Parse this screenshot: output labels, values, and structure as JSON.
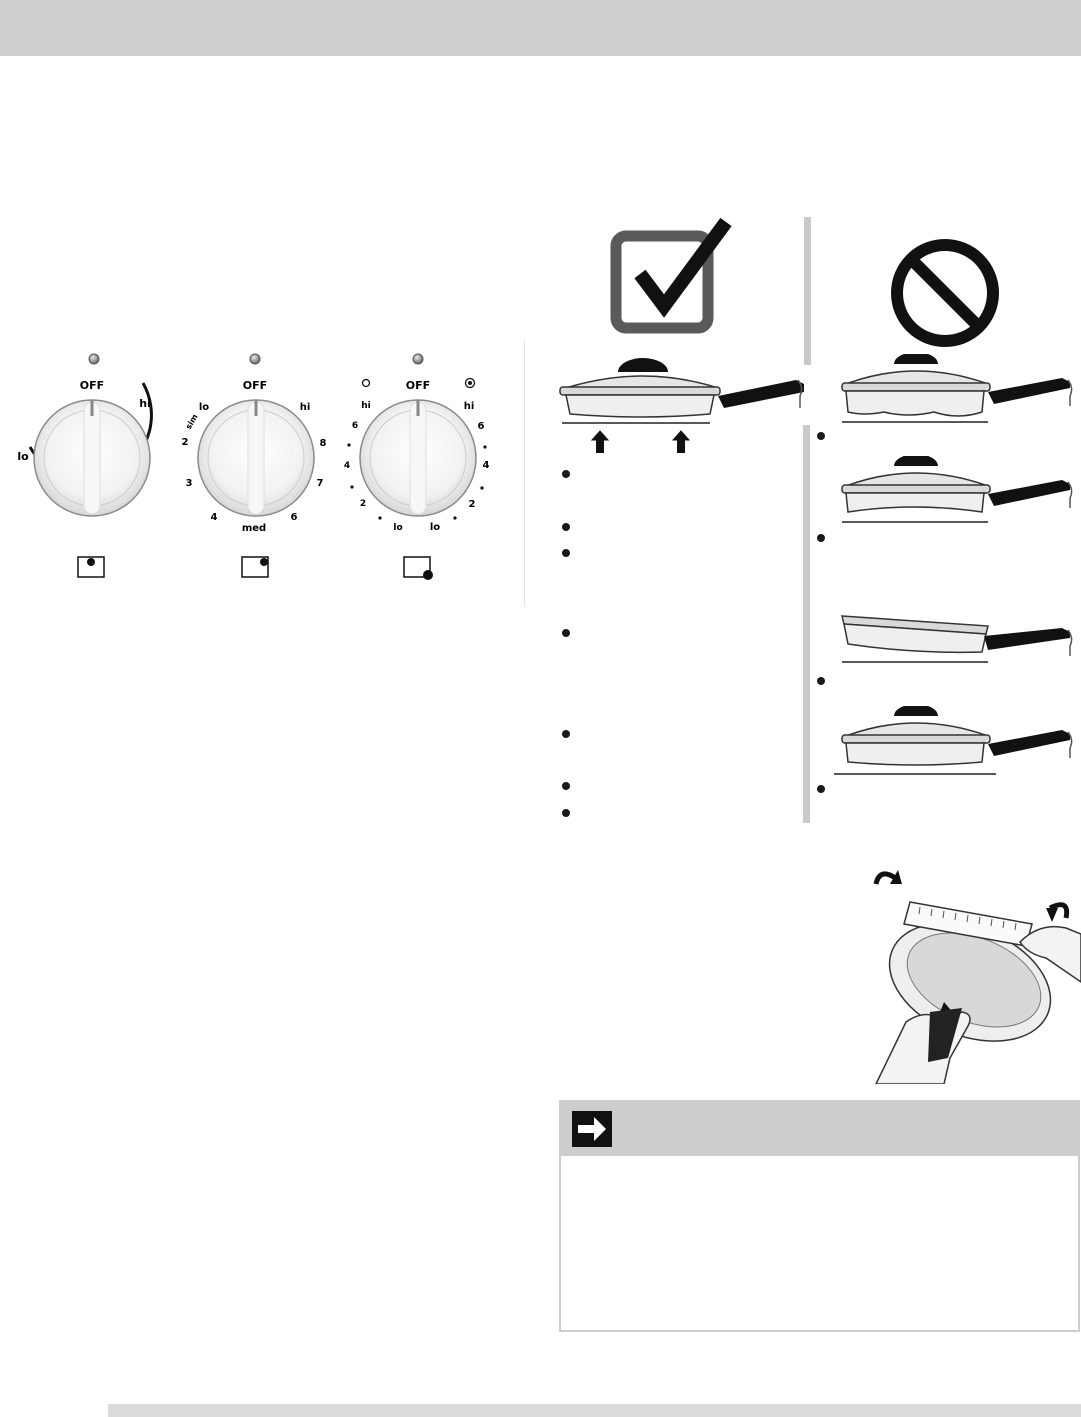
{
  "dials": [
    {
      "off": "OFF",
      "labels": [
        {
          "text": "lo",
          "key": "lo"
        },
        {
          "text": "hi",
          "key": "hi"
        }
      ]
    },
    {
      "off": "OFF",
      "labels": [
        {
          "text": "lo",
          "key": "lo"
        },
        {
          "text": "hi",
          "key": "hi"
        },
        {
          "text": "sim",
          "key": "sim"
        },
        {
          "text": "2",
          "key": "n2"
        },
        {
          "text": "8",
          "key": "n8"
        },
        {
          "text": "3",
          "key": "n3"
        },
        {
          "text": "7",
          "key": "n7"
        },
        {
          "text": "4",
          "key": "n4"
        },
        {
          "text": "med",
          "key": "med"
        },
        {
          "text": "6",
          "key": "n6"
        }
      ]
    },
    {
      "off": "OFF",
      "labels": [
        {
          "text": "hi",
          "key": "hiL"
        },
        {
          "text": "hi",
          "key": "hiR"
        },
        {
          "text": "6",
          "key": "n6L"
        },
        {
          "text": "6",
          "key": "n6R"
        },
        {
          "text": "4",
          "key": "n4L"
        },
        {
          "text": "4",
          "key": "n4R"
        },
        {
          "text": "2",
          "key": "n2L"
        },
        {
          "text": "2",
          "key": "n2R"
        },
        {
          "text": "lo",
          "key": "loL"
        },
        {
          "text": "lo",
          "key": "loR"
        }
      ]
    }
  ],
  "icons": {
    "check": "checkmark-in-box-icon",
    "prohibited": "no-symbol-icon",
    "note": "right-arrow-icon"
  },
  "colors": {
    "header_bar": "#cfcfcf",
    "check_box": "#5a5a5a",
    "divider": "#c9c9c9",
    "note_header": "#cdcdcd"
  }
}
